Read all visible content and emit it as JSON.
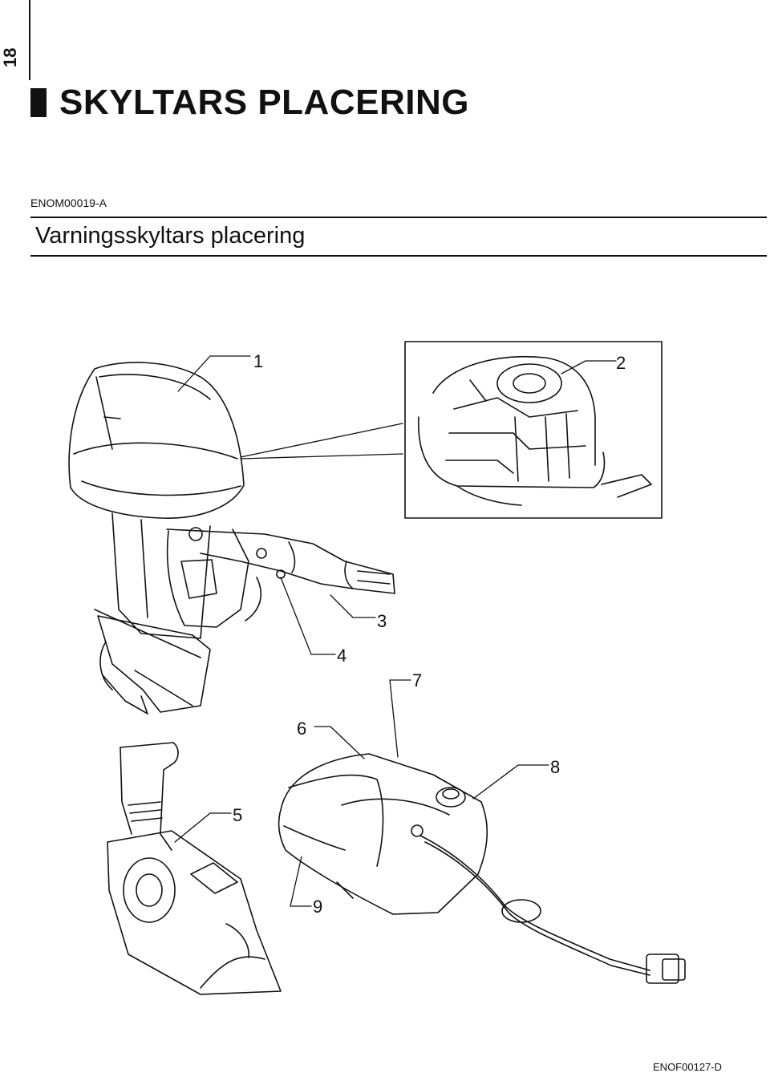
{
  "page": {
    "number": "18",
    "title": "SKYLTARS PLACERING",
    "section_code": "ENOM00019-A",
    "section_title": "Varningsskyltars placering",
    "footer_code": "ENOF00127-D"
  },
  "figure": {
    "callouts": [
      "1",
      "2",
      "3",
      "4",
      "5",
      "6",
      "7",
      "8",
      "9"
    ]
  }
}
